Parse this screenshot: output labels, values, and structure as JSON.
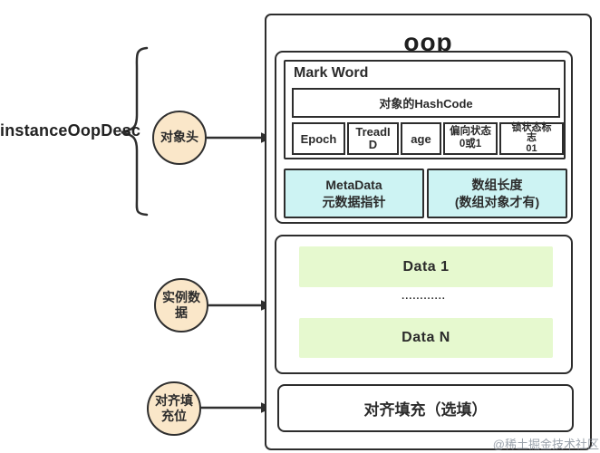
{
  "left_label": "instanceOopDesc",
  "nodes": [
    {
      "label": "对象头"
    },
    {
      "label": "实例数\n据"
    },
    {
      "label": "对齐填\n充位"
    }
  ],
  "oop": {
    "title": "oop",
    "mark_word": {
      "title": "Mark Word",
      "hashcode": "对象的HashCode",
      "cells": [
        "Epoch",
        "TreadI\nD",
        "age",
        "偏向状态\n0或1",
        "锁状态标\n志\n01"
      ]
    },
    "meta": {
      "metadata": "MetaData\n元数据指针",
      "array_length": "数组长度\n(数组对象才有)"
    },
    "data": {
      "first": "Data 1",
      "dots": "............",
      "last": "Data N"
    },
    "padding": "对齐填充（选填）"
  },
  "watermark": "@稀土掘金技术社区",
  "colors": {
    "circle_fill": "#fae7c9",
    "cyan_fill": "#cdf3f3",
    "green_fill": "#e6f9cf",
    "border": "#2d2d2d",
    "watermark_text": "#8a939e"
  }
}
